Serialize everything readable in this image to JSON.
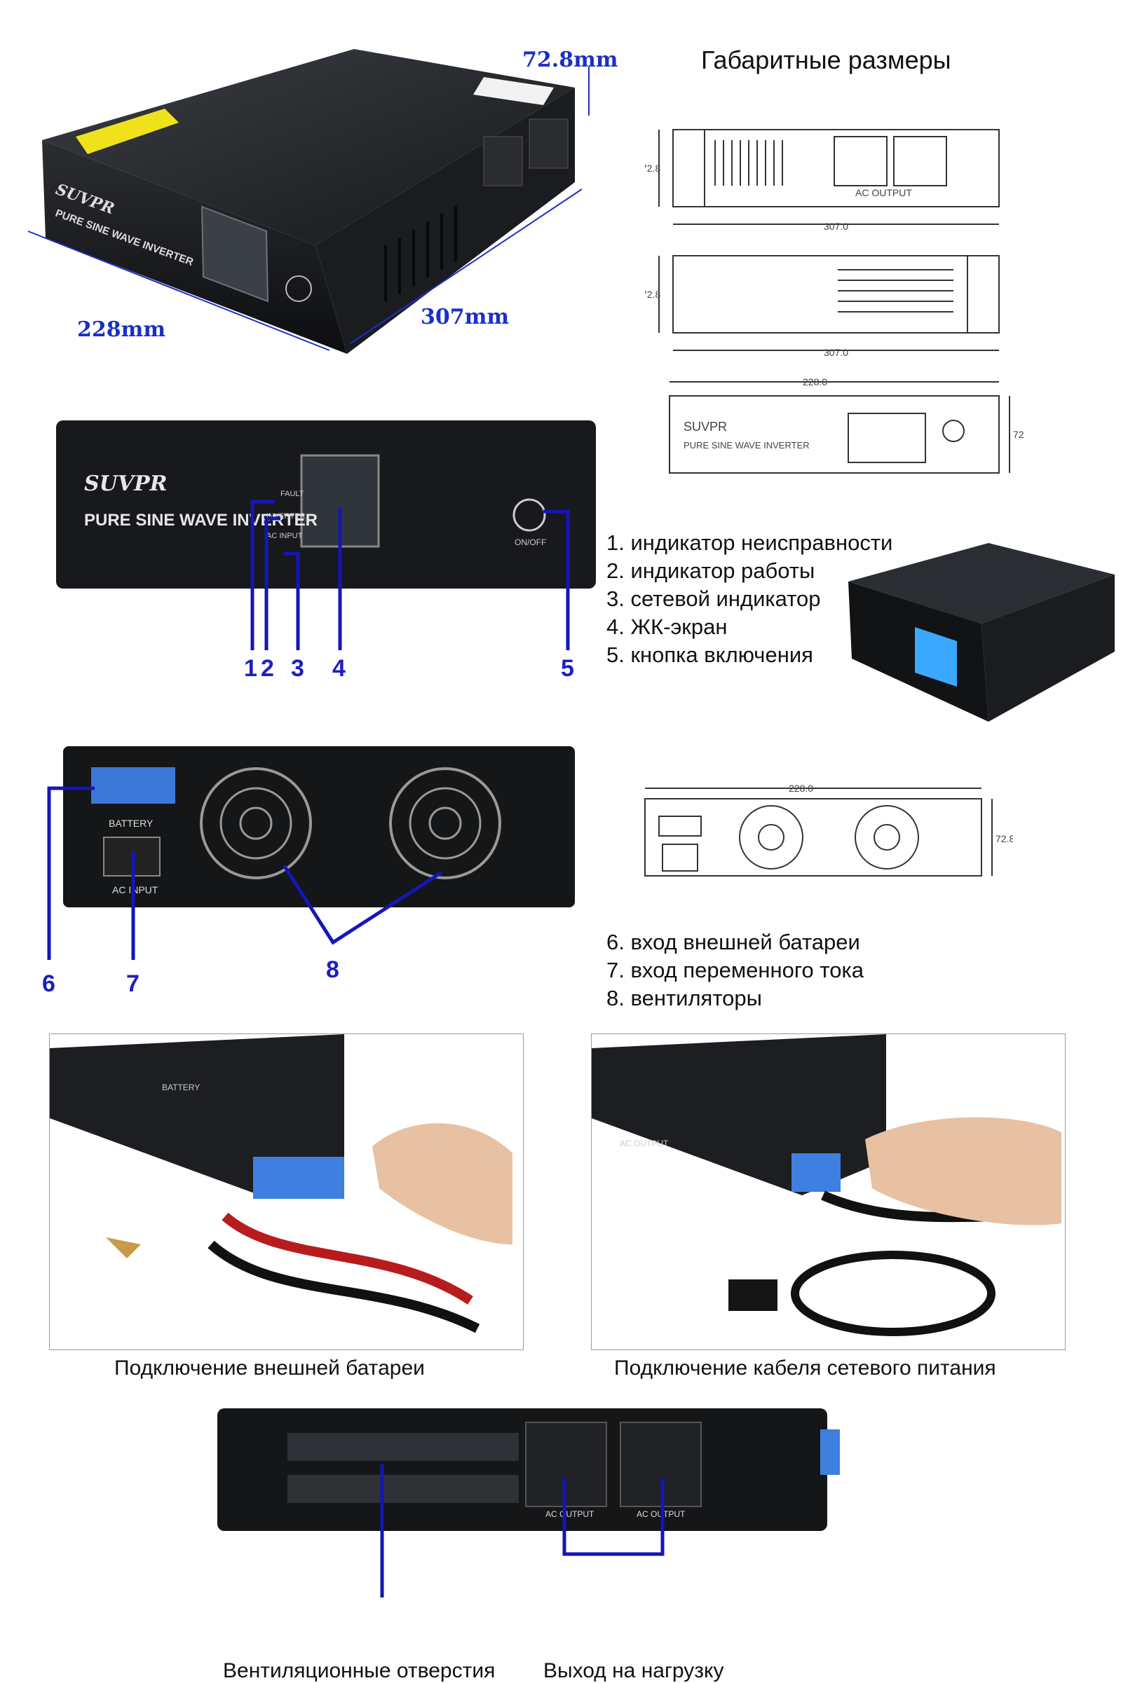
{
  "dimensions": {
    "title": "Габаритные размеры",
    "height_label": "72.8mm",
    "length_label": "307mm",
    "width_label": "228mm",
    "sketch_height": "72.8",
    "sketch_length": "307.0",
    "sketch_width": "228.0",
    "sketch_ac_output": "AC OUTPUT"
  },
  "brand": {
    "name": "SUVPR",
    "tagline": "PURE SINE WAVE INVERTER"
  },
  "front_panel": {
    "labels": {
      "fault": "FAULT",
      "inverter": "INVERTER",
      "ac_input": "AC INPUT",
      "on_off": "ON/OFF"
    },
    "callouts": [
      "1",
      "2",
      "3",
      "4",
      "5"
    ],
    "legend": [
      "1. индикатор неисправности",
      "2. индикатор работы",
      "3. сетевой индикатор",
      "4. ЖК-экран",
      "5. кнопка включения"
    ]
  },
  "rear_panel": {
    "labels": {
      "battery": "BATTERY",
      "ac_input": "AC INPUT"
    },
    "callouts": [
      "6",
      "7",
      "8"
    ],
    "legend": [
      "6. вход внешней батареи",
      "7. вход переменного тока",
      "8. вентиляторы"
    ]
  },
  "connection_photos": {
    "battery_caption": "Подключение внешней батареи",
    "mains_caption": "Подключение кабеля сетевого питания",
    "battery_label": "BATTERY",
    "ac_output_label": "AC OUTPUT"
  },
  "side_panel": {
    "ac_output_label": "AC OUTPUT",
    "vents_caption": "Вентиляционные отверстия",
    "output_caption": "Выход на нагрузку"
  }
}
